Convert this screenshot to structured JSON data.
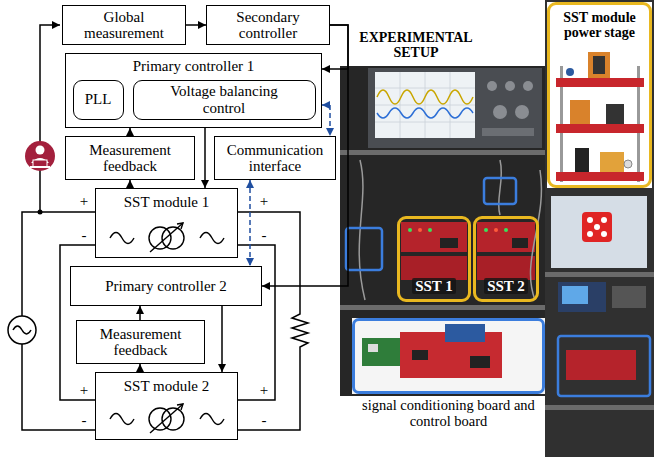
{
  "diagram": {
    "nodes": [
      {
        "text": [
          "Global measurement"
        ]
      },
      {
        "text": [
          "Secondary controller"
        ]
      },
      {
        "text": [
          "Primary controller 1"
        ]
      },
      {
        "text": [
          "PLL"
        ],
        "in": 2
      },
      {
        "text": [
          "Voltage balancing control"
        ],
        "in": 2
      },
      {
        "text": [
          "Measurement feedback"
        ]
      },
      {
        "text": [
          "Communication interface"
        ]
      },
      {
        "text": [
          "SST module 1"
        ]
      },
      {
        "text": [
          "Primary controller 2"
        ]
      },
      {
        "text": [
          "Measurement feedback"
        ]
      },
      {
        "text": [
          "SST module 2"
        ]
      },
      {
        "text": [
          "SST module power stage"
        ]
      },
      {
        "text": [
          "SST 1"
        ]
      },
      {
        "text": [
          "SST 2"
        ]
      },
      {
        "text": [
          "signal conditioning board and control board"
        ]
      }
    ],
    "edges": [
      {
        "from": 0,
        "to": 1,
        "arrow": "to"
      },
      {
        "from": 1,
        "to": 2,
        "arrow": "to"
      },
      {
        "from": 1,
        "to": 8,
        "arrow": "to"
      },
      {
        "from": 2,
        "to": 6,
        "arrow": "both"
      },
      {
        "from": 6,
        "to": 8,
        "arrow": "both"
      },
      {
        "from": 2,
        "to": 7,
        "arrow": "to"
      },
      {
        "from": 5,
        "to": 2,
        "arrow": "to"
      },
      {
        "from": 7,
        "to": 5,
        "arrow": "to"
      },
      {
        "from": 8,
        "to": 10,
        "arrow": "to"
      },
      {
        "from": 10,
        "to": 9,
        "arrow": "to"
      },
      {
        "from": 9,
        "to": 8,
        "arrow": "to"
      }
    ],
    "labels": [
      "+",
      "-",
      "+",
      "-",
      "+",
      "-",
      "+",
      "-",
      "EXPERIMENTAL SETUP"
    ]
  }
}
